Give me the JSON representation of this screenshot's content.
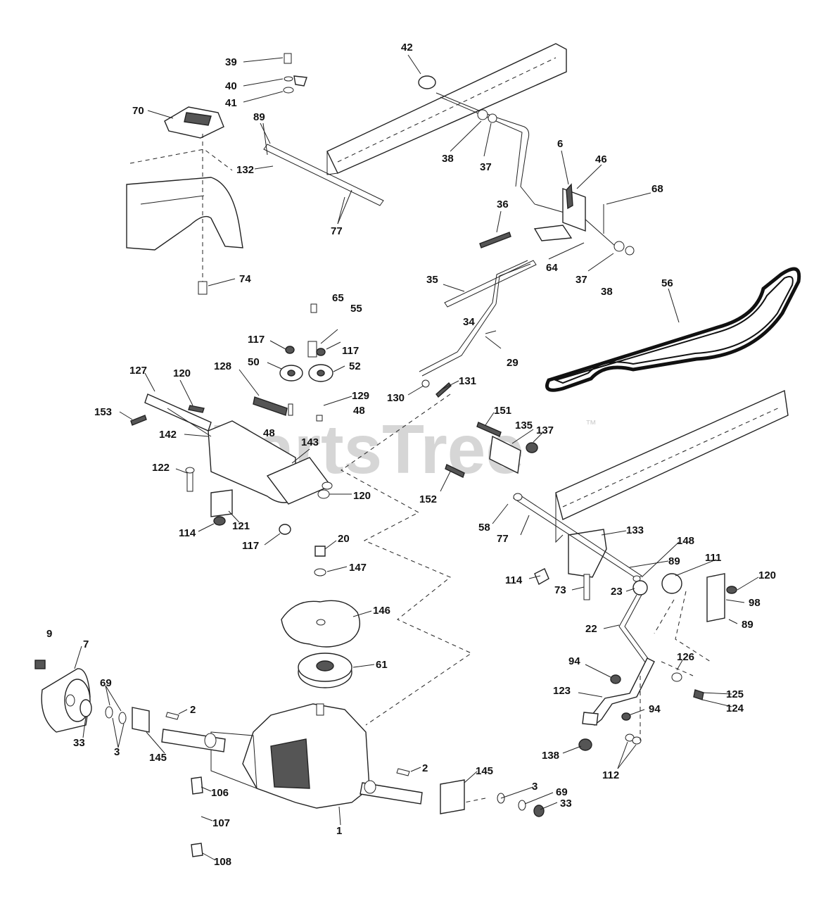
{
  "watermark": {
    "text": "PartsTree",
    "trademark": "™"
  },
  "callouts": [
    "39",
    "40",
    "41",
    "70",
    "89",
    "132",
    "42",
    "38",
    "37",
    "77",
    "6",
    "46",
    "68",
    "36",
    "64",
    "37",
    "38",
    "56",
    "74",
    "35",
    "34",
    "29",
    "65",
    "117",
    "55",
    "117",
    "50",
    "52",
    "127",
    "120",
    "128",
    "129",
    "48",
    "48",
    "153",
    "142",
    "143",
    "131",
    "130",
    "122",
    "120",
    "114",
    "121",
    "117",
    "151",
    "135",
    "137",
    "152",
    "58",
    "77",
    "133",
    "148",
    "89",
    "111",
    "120",
    "98",
    "89",
    "114",
    "73",
    "23",
    "22",
    "20",
    "147",
    "146",
    "9",
    "7",
    "69",
    "61",
    "94",
    "126",
    "123",
    "125",
    "124",
    "94",
    "33",
    "3",
    "2",
    "145",
    "138",
    "112",
    "106",
    "2",
    "145",
    "3",
    "69",
    "33",
    "107",
    "1",
    "108"
  ]
}
